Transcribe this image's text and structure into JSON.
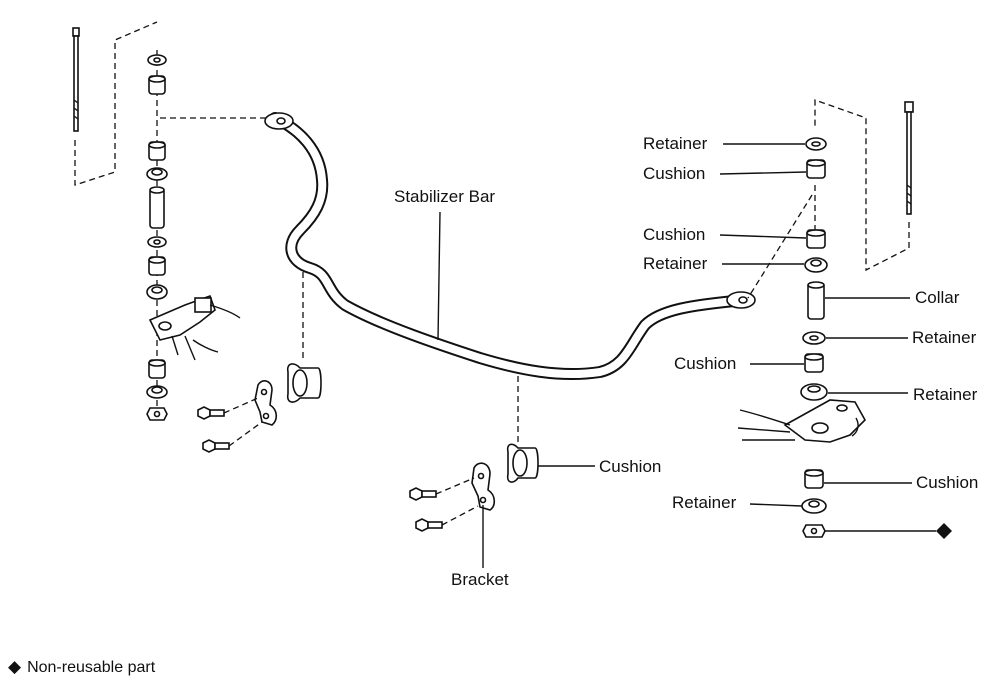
{
  "labels": {
    "stabilizer_bar": "Stabilizer Bar",
    "retainer": "Retainer",
    "cushion": "Cushion",
    "collar": "Collar",
    "bracket": "Bracket"
  },
  "legend": {
    "symbol": "◆",
    "text": "Non-reusable part"
  },
  "colors": {
    "ink": "#111111",
    "paper": "#ffffff"
  }
}
